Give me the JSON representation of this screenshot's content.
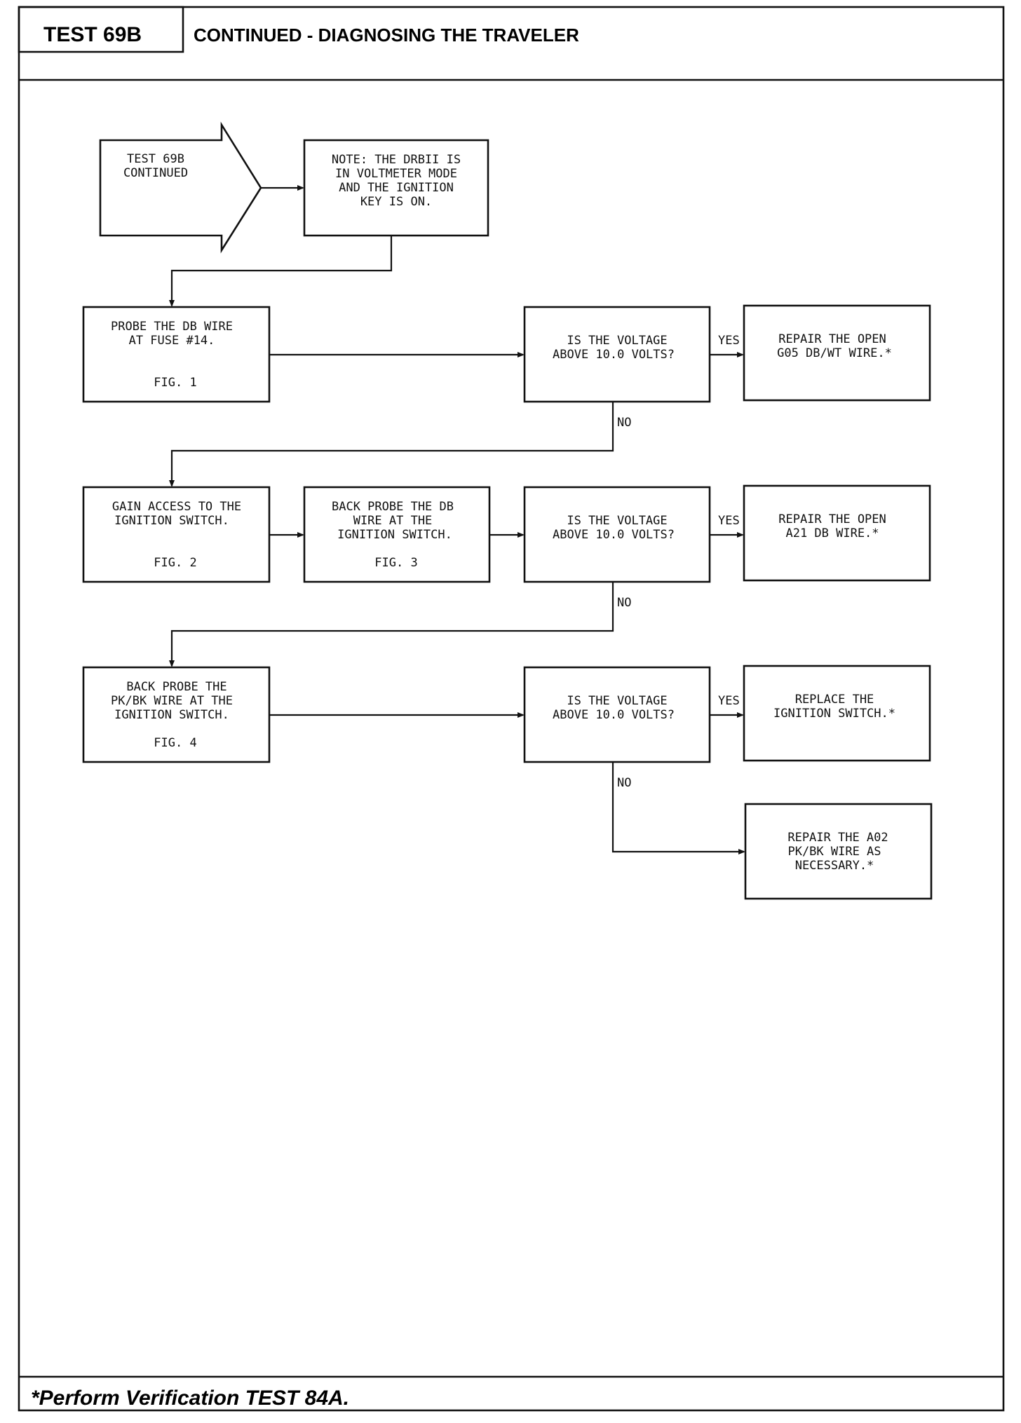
{
  "header": {
    "test_label": "TEST 69B",
    "title": "CONTINUED - DIAGNOSING THE TRAVELER"
  },
  "footer": {
    "note": "*Perform Verification TEST 84A."
  },
  "flow": {
    "start": {
      "lines": [
        "TEST 69B",
        "CONTINUED"
      ]
    },
    "note": {
      "lines": [
        "NOTE: THE DRBII IS",
        "IN VOLTMETER MODE",
        "AND THE IGNITION",
        "KEY IS ON."
      ]
    },
    "probe_db_fuse": {
      "lines": [
        "PROBE THE DB WIRE",
        "AT FUSE #14."
      ],
      "fig": "FIG. 1"
    },
    "check_1": {
      "lines": [
        "IS THE VOLTAGE",
        "ABOVE 10.0 VOLTS?"
      ]
    },
    "repair_g05": {
      "lines": [
        "REPAIR THE OPEN",
        "G05 DB/WT WIRE.*"
      ]
    },
    "gain_access": {
      "lines": [
        "GAIN ACCESS TO THE",
        "IGNITION SWITCH."
      ],
      "fig": "FIG. 2"
    },
    "back_probe_db": {
      "lines": [
        "BACK PROBE THE DB",
        "WIRE AT THE",
        "IGNITION SWITCH."
      ],
      "fig": "FIG. 3"
    },
    "check_2": {
      "lines": [
        "IS THE VOLTAGE",
        "ABOVE 10.0 VOLTS?"
      ]
    },
    "repair_a21": {
      "lines": [
        "REPAIR THE OPEN",
        "A21 DB WIRE.*"
      ]
    },
    "back_probe_pkbk": {
      "lines": [
        "BACK PROBE THE",
        "PK/BK WIRE AT THE",
        "IGNITION SWITCH."
      ],
      "fig": "FIG. 4"
    },
    "check_3": {
      "lines": [
        "IS THE VOLTAGE",
        "ABOVE 10.0 VOLTS?"
      ]
    },
    "replace_switch": {
      "lines": [
        "REPLACE THE",
        "IGNITION SWITCH.*"
      ]
    },
    "repair_a02": {
      "lines": [
        "REPAIR THE A02",
        "PK/BK WIRE AS",
        "NECESSARY.*"
      ]
    }
  },
  "edge_labels": {
    "yes": "YES",
    "no": "NO"
  }
}
